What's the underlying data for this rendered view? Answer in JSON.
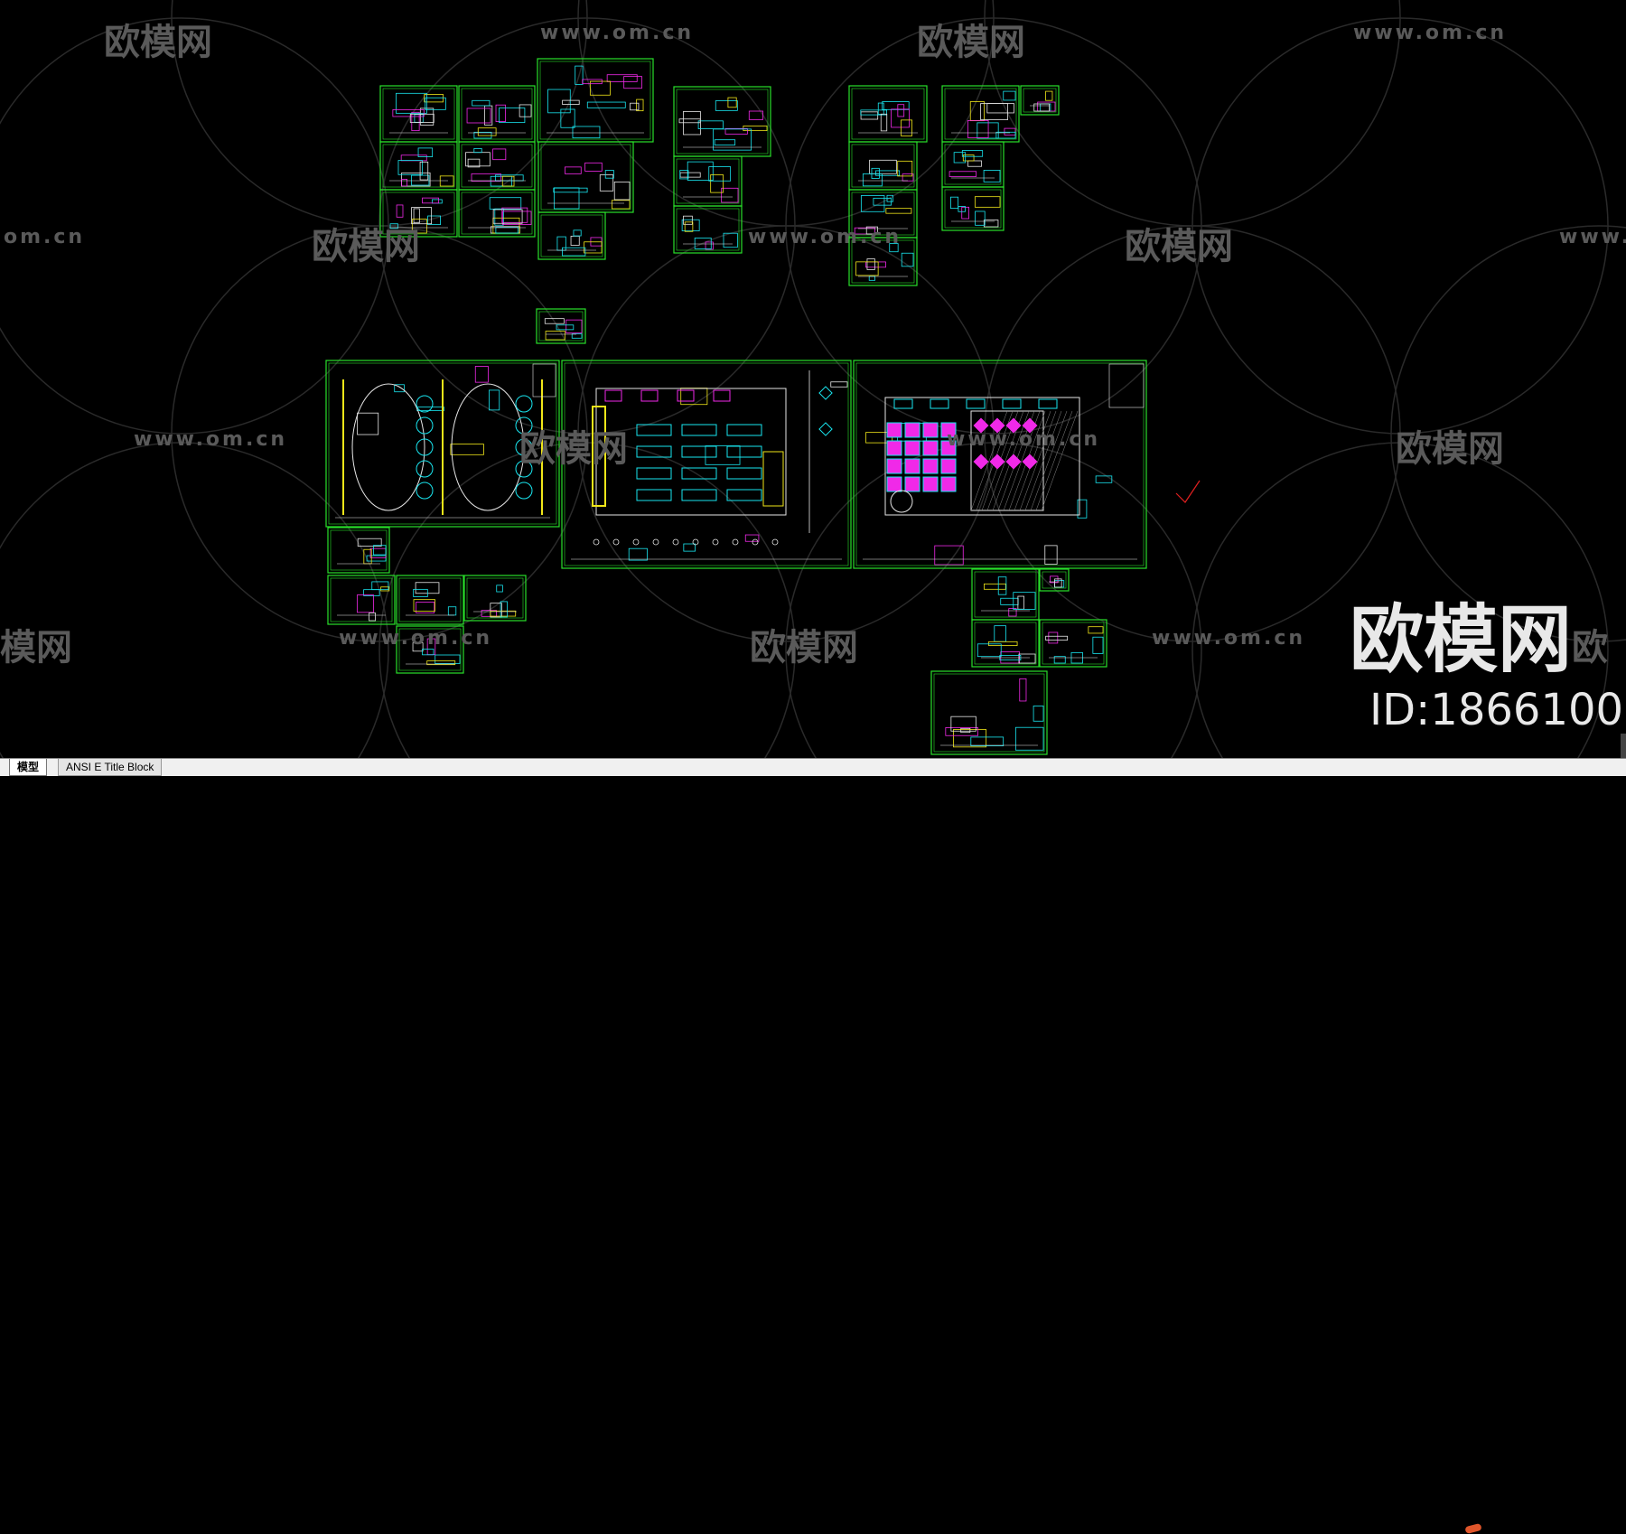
{
  "watermark": {
    "url_text": "www.om.cn",
    "logo_text": "欧模网",
    "url_partial_left": "om.cn",
    "url_partial_right": "www.",
    "logo_partial_left": "模网",
    "logo_partial_right": "欧"
  },
  "id_overlay": {
    "title": "欧模网",
    "id_text": "ID:1866100"
  },
  "tabs": [
    {
      "label": "模型",
      "active": true
    },
    {
      "label": "ANSI E Title Block",
      "active": false
    }
  ],
  "colors": {
    "background": "#000000",
    "frame": "#29e02a",
    "cyan": "#19e6f0",
    "magenta": "#f029e8",
    "yellow": "#f0e619",
    "white": "#e6e6e6",
    "red": "#e02020",
    "watermark": "#5a5a5a"
  }
}
